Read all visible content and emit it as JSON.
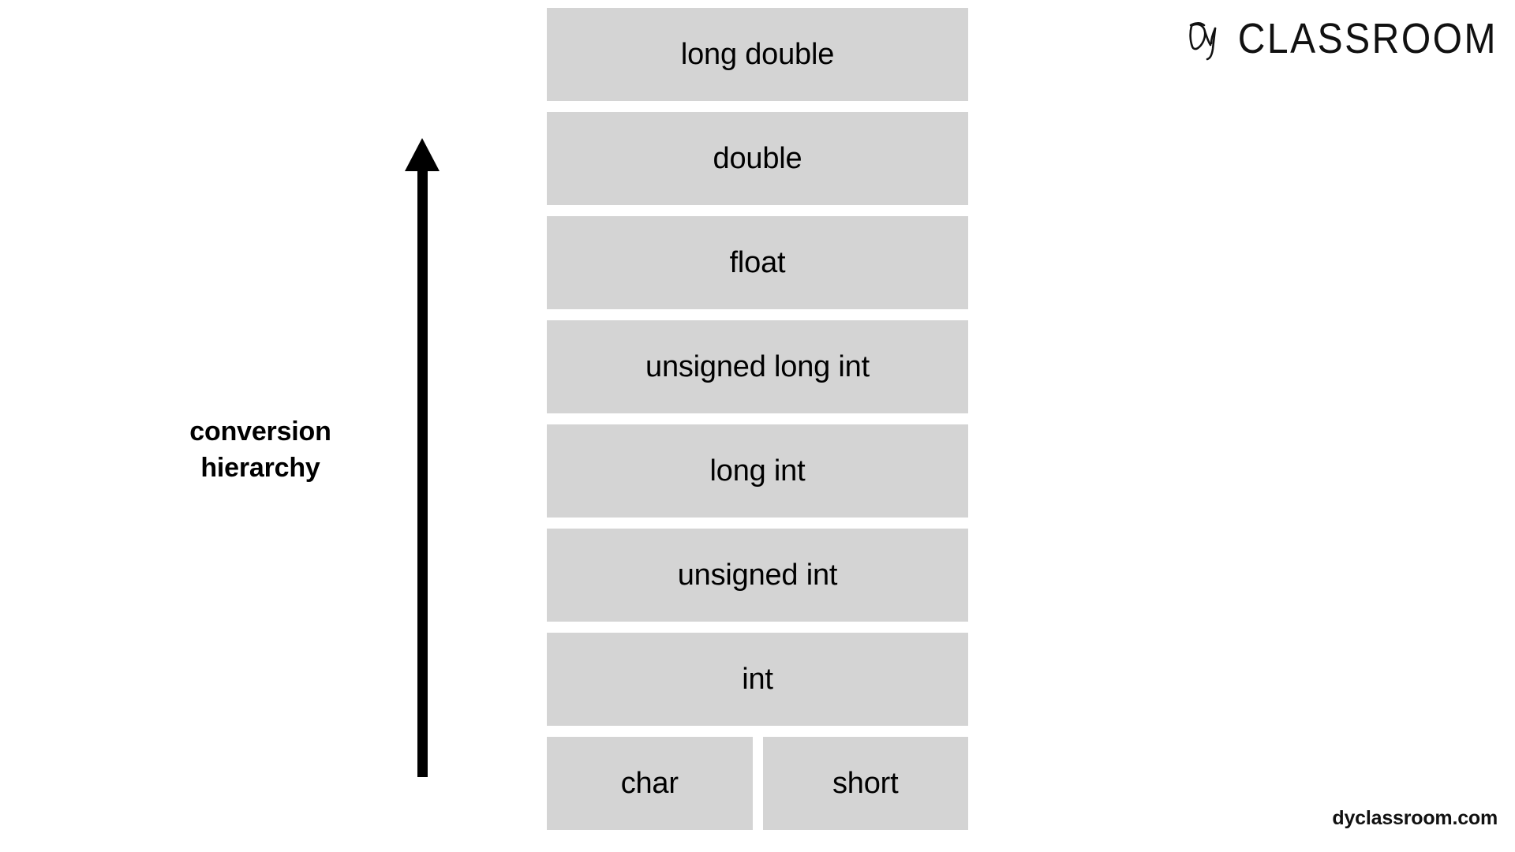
{
  "brand": {
    "monogram_icon": "dy-monogram-icon",
    "wordmark": "CLASSROOM"
  },
  "caption": {
    "line1": "conversion",
    "line2": "hierarchy"
  },
  "arrow": {
    "icon": "up-arrow-icon",
    "direction": "up",
    "color": "#000000"
  },
  "footer": {
    "site": "dyclassroom.com"
  },
  "colors": {
    "box_fill": "#d4d4d4",
    "text": "#000000",
    "background": "#ffffff"
  },
  "chart_data": {
    "type": "diagram",
    "title": "conversion hierarchy",
    "description": "C data type conversion hierarchy shown as a vertical stack of boxes, lowest rank at the bottom, highest rank at the top, with an upward arrow labeled 'conversion hierarchy'.",
    "levels": [
      {
        "rank": 8,
        "labels": [
          "long double"
        ]
      },
      {
        "rank": 7,
        "labels": [
          "double"
        ]
      },
      {
        "rank": 6,
        "labels": [
          "float"
        ]
      },
      {
        "rank": 5,
        "labels": [
          "unsigned long int"
        ]
      },
      {
        "rank": 4,
        "labels": [
          "long int"
        ]
      },
      {
        "rank": 3,
        "labels": [
          "unsigned int"
        ]
      },
      {
        "rank": 2,
        "labels": [
          "int"
        ]
      },
      {
        "rank": 1,
        "labels": [
          "char",
          "short"
        ]
      }
    ]
  },
  "stack": {
    "rows": [
      {
        "cells": [
          {
            "label": "long double"
          }
        ]
      },
      {
        "cells": [
          {
            "label": "double"
          }
        ]
      },
      {
        "cells": [
          {
            "label": "float"
          }
        ]
      },
      {
        "cells": [
          {
            "label": "unsigned long int"
          }
        ]
      },
      {
        "cells": [
          {
            "label": "long int"
          }
        ]
      },
      {
        "cells": [
          {
            "label": "unsigned int"
          }
        ]
      },
      {
        "cells": [
          {
            "label": "int"
          }
        ]
      },
      {
        "cells": [
          {
            "label": "char"
          },
          {
            "label": "short"
          }
        ]
      }
    ]
  }
}
